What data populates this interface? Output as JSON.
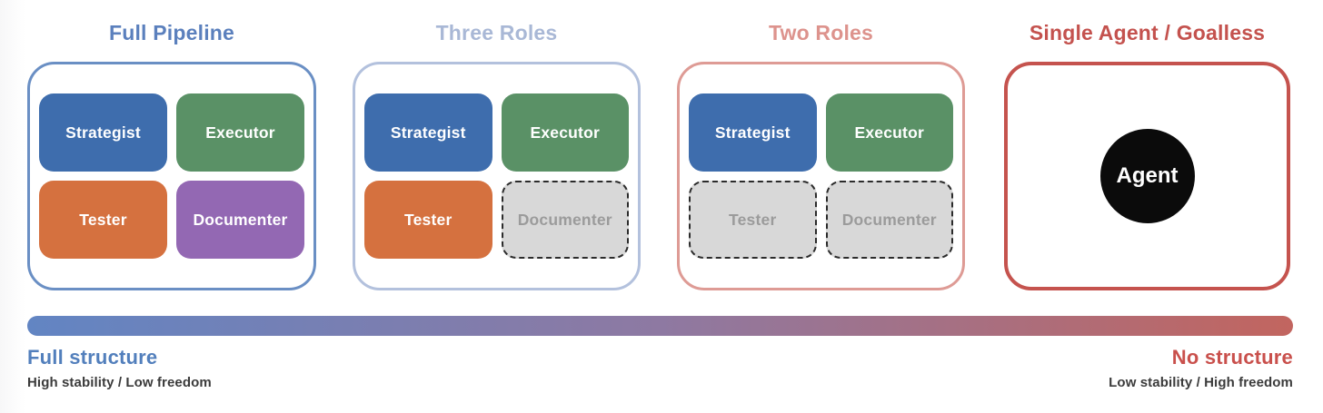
{
  "panels": [
    {
      "title": "Full Pipeline",
      "title_color": "#5b80bd",
      "border_color": "#6a8fc4",
      "boxes": [
        {
          "label": "Strategist",
          "color": "#3e6dad",
          "text_color": "#ffffff",
          "state": "active"
        },
        {
          "label": "Executor",
          "color": "#5a9166",
          "text_color": "#ffffff",
          "state": "active"
        },
        {
          "label": "Tester",
          "color": "#d5713f",
          "text_color": "#ffffff",
          "state": "active"
        },
        {
          "label": "Documenter",
          "color": "#9368b3",
          "text_color": "#ffffff",
          "state": "active"
        }
      ]
    },
    {
      "title": "Three Roles",
      "title_color": "#a9b8d6",
      "border_color": "#b3c1dd",
      "boxes": [
        {
          "label": "Strategist",
          "color": "#3e6dad",
          "text_color": "#ffffff",
          "state": "active"
        },
        {
          "label": "Executor",
          "color": "#5a9166",
          "text_color": "#ffffff",
          "state": "active"
        },
        {
          "label": "Tester",
          "color": "#d5713f",
          "text_color": "#ffffff",
          "state": "active"
        },
        {
          "label": "Documenter",
          "color": "#d8d8d8",
          "text_color": "#9b9b9b",
          "state": "inactive"
        }
      ]
    },
    {
      "title": "Two Roles",
      "title_color": "#dd938d",
      "border_color": "#de9b95",
      "boxes": [
        {
          "label": "Strategist",
          "color": "#3e6dad",
          "text_color": "#ffffff",
          "state": "active"
        },
        {
          "label": "Executor",
          "color": "#5a9166",
          "text_color": "#ffffff",
          "state": "active"
        },
        {
          "label": "Tester",
          "color": "#d8d8d8",
          "text_color": "#9b9b9b",
          "state": "inactive"
        },
        {
          "label": "Documenter",
          "color": "#d8d8d8",
          "text_color": "#9b9b9b",
          "state": "inactive"
        }
      ]
    },
    {
      "title": "Single Agent / Goalless",
      "title_color": "#c4524e",
      "border_color": "#c5534e",
      "agent": {
        "label": "Agent",
        "circle_color": "#0b0b0b",
        "text_color": "#ffffff"
      }
    }
  ],
  "spectrum": {
    "bar_gradient_start": "#6285c3",
    "bar_gradient_mid": "#8e79a2",
    "bar_gradient_end": "#c2655f",
    "left_label": "Full structure",
    "left_label_color": "#527fbc",
    "left_sublabel": "High stability / Low freedom",
    "right_label": "No structure",
    "right_label_color": "#c9504c",
    "right_sublabel": "Low stability / High freedom",
    "sublabel_color": "#3b3b3b"
  }
}
